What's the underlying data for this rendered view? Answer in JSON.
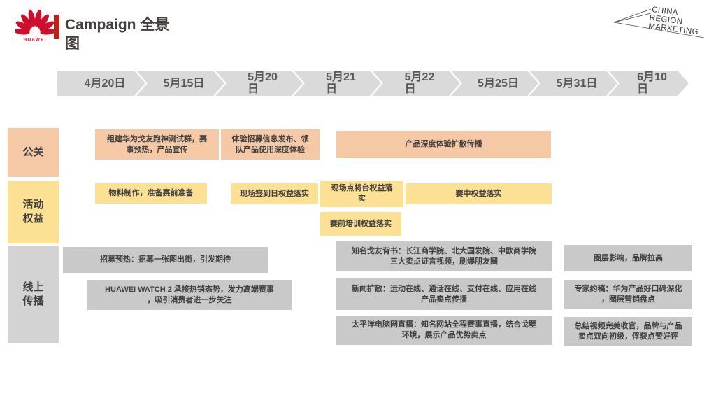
{
  "slide": {
    "title": "Campaign 全景\n图",
    "brand": {
      "wordmark": "HUAWEI",
      "corner_lines": {
        "l1": "CHINA",
        "l2": "REGION",
        "l3": "MARKETING"
      }
    },
    "palette": {
      "huawei_red": "#CE0E2D",
      "divider_red": "#B82219",
      "pr_color": "#F5C8A6",
      "rights_color": "#FCE093",
      "online_color": "#C9C9C9",
      "label_gray": "#D3D3D3",
      "chevron_gray": "#DADADA"
    },
    "timeline": [
      "4月20日",
      "5月15日",
      "5月20\n日",
      "5月21\n日",
      "5月22\n日",
      "5月25日",
      "5月31日",
      "6月10\n日"
    ],
    "rows": {
      "pr": {
        "label": "公关",
        "boxes": [
          "组建华为戈友跑神测试群，赛\n事预热，产品宣传",
          "体验招募信息发布、领\n队产品使用深度体验",
          "产品深度体验扩散传播"
        ]
      },
      "rights": {
        "label": "活动\n权益",
        "boxes": [
          "物料制作，准备赛前准备",
          "现场签到日权益落实",
          "现场点将台权益落\n实",
          "赛中权益落实",
          "赛前培训权益落实"
        ]
      },
      "online": {
        "label": "线上\n传播",
        "boxes": [
          "招募预热：招募一张图出街，引发期待",
          "HUAWEI WATCH 2 承接热销态势，发力高端赛事\n，吸引消费者进一步关注",
          "知名戈友背书：长江商学院、北大国发院、中欧商学院\n三大卖点证言视频，刷爆朋友圈",
          "新闻扩散：运动在线、通话在线、支付在线、应用在线\n产品卖点传播",
          "太平洋电脑网直播：知名网站全程赛事直播，结合戈壁\n环境，展示产品优势卖点",
          "圈层影响，品牌拉高",
          "专家约稿：华为产品好口碑深化\n，圈层营销盘点",
          "总结视频完美收官，品牌与产品\n卖点双向初级，俘获点赞好评"
        ]
      }
    }
  }
}
